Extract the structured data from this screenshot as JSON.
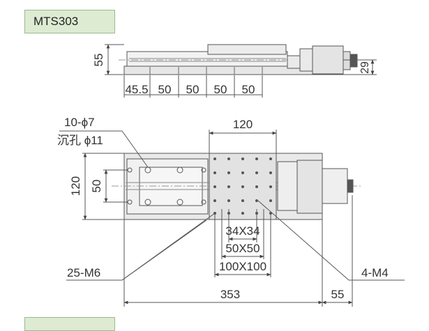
{
  "model": "MTS303",
  "side_view": {
    "height_dim": "55",
    "right_height_dim": "29",
    "spacing_labels": [
      "45.5",
      "50",
      "50",
      "50",
      "50"
    ]
  },
  "top_view": {
    "hole_callout_line1": "10-ϕ7",
    "hole_callout_line2": "沉孔 ϕ11",
    "table_width_dim": "120",
    "body_height_dim": "120",
    "inner_dim": "50",
    "grid_34": "34X34",
    "grid_50": "50X50",
    "grid_100": "100X100",
    "thread_left": "25-M6",
    "thread_right": "4-M4",
    "overall_length": "353",
    "motor_length": "55"
  }
}
